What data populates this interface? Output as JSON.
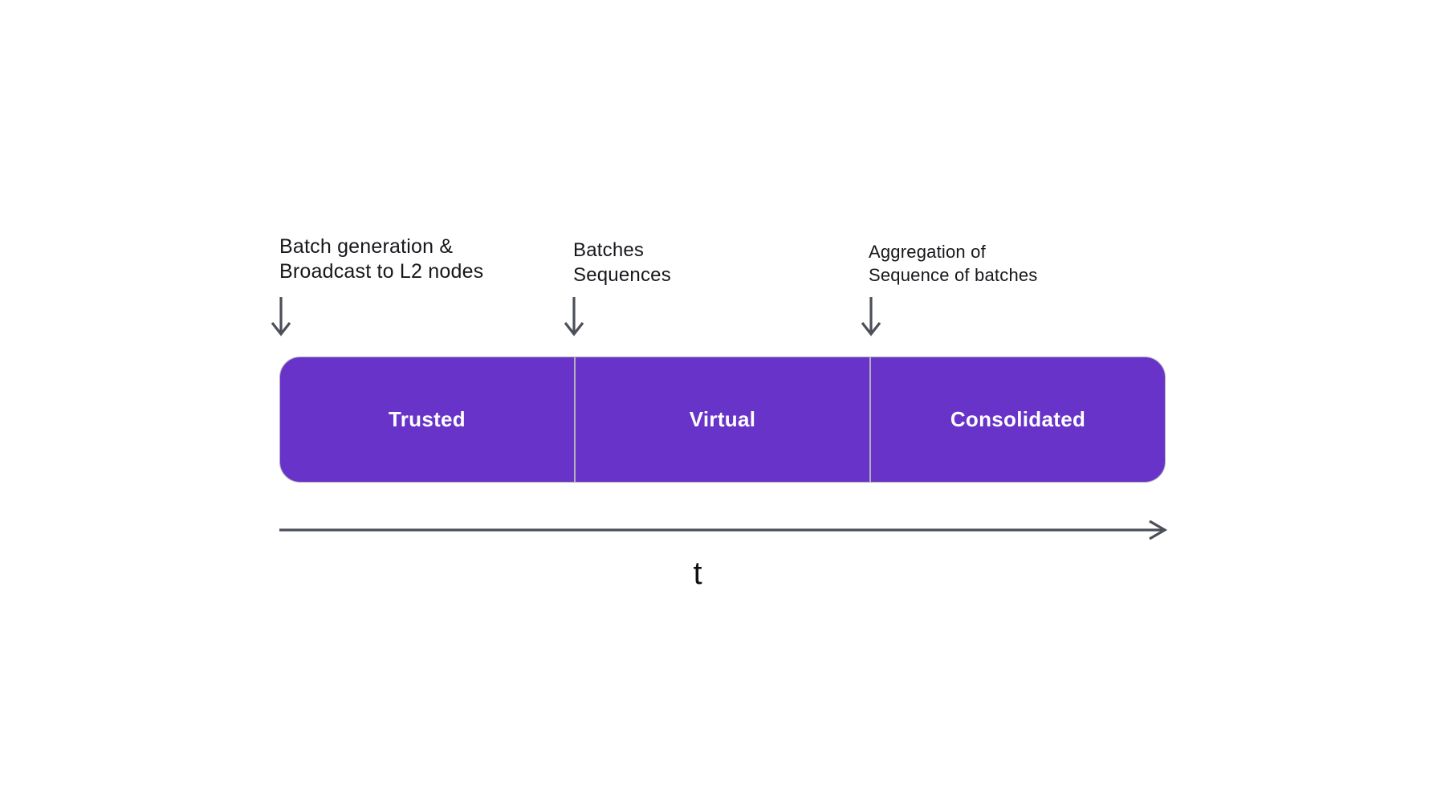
{
  "diagram": {
    "annotations": [
      {
        "text": "Batch generation &\nBroadcast to L2 nodes"
      },
      {
        "text": "Batches\nSequences"
      },
      {
        "text": "Aggregation of\nSequence of batches"
      }
    ],
    "stages": [
      {
        "label": "Trusted"
      },
      {
        "label": "Virtual"
      },
      {
        "label": "Consolidated"
      }
    ],
    "time_axis": {
      "label": "t"
    },
    "icons": {
      "down_arrow": "down-arrow-icon",
      "time_axis_arrow": "right-arrow-icon"
    },
    "colors": {
      "background": "#ffffff",
      "stage_fill": "#6833c8",
      "stage_label": "#ffffff",
      "divider": "#b3b0b8",
      "arrow": "#4b4f58",
      "annotation_text": "#17171c"
    }
  }
}
